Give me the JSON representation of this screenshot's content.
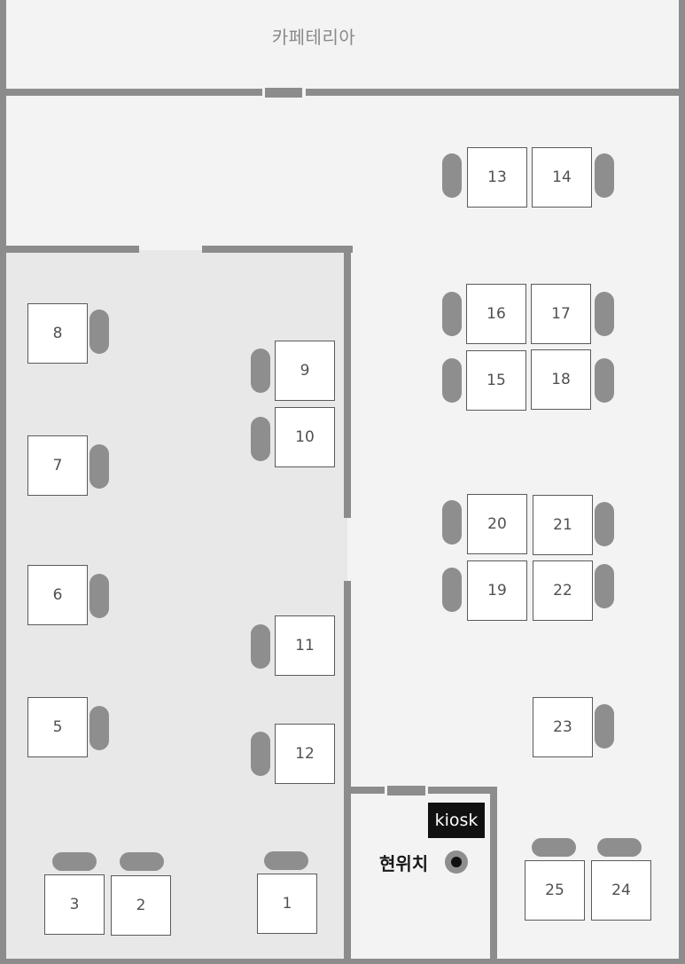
{
  "cafeteria_label": "카페테리아",
  "kiosk_label": "kiosk",
  "current_location_label": "현위치",
  "colors": {
    "floor": "#f3f3f3",
    "inner_room": "#e8e8e8",
    "wall": "#8c8c8c",
    "chair": "#8e8e8e",
    "seat_fill": "#ffffff",
    "kiosk_bg": "#111111"
  },
  "seats": {
    "s1": "1",
    "s2": "2",
    "s3": "3",
    "s4": "24",
    "s5": "5",
    "s6": "6",
    "s7": "7",
    "s8": "8",
    "s9": "9",
    "s10": "10",
    "s11": "11",
    "s12": "12",
    "s13": "13",
    "s14": "14",
    "s15": "15",
    "s16": "16",
    "s17": "17",
    "s18": "18",
    "s19": "19",
    "s20": "20",
    "s21": "21",
    "s22": "22",
    "s23": "23",
    "s25": "25"
  }
}
